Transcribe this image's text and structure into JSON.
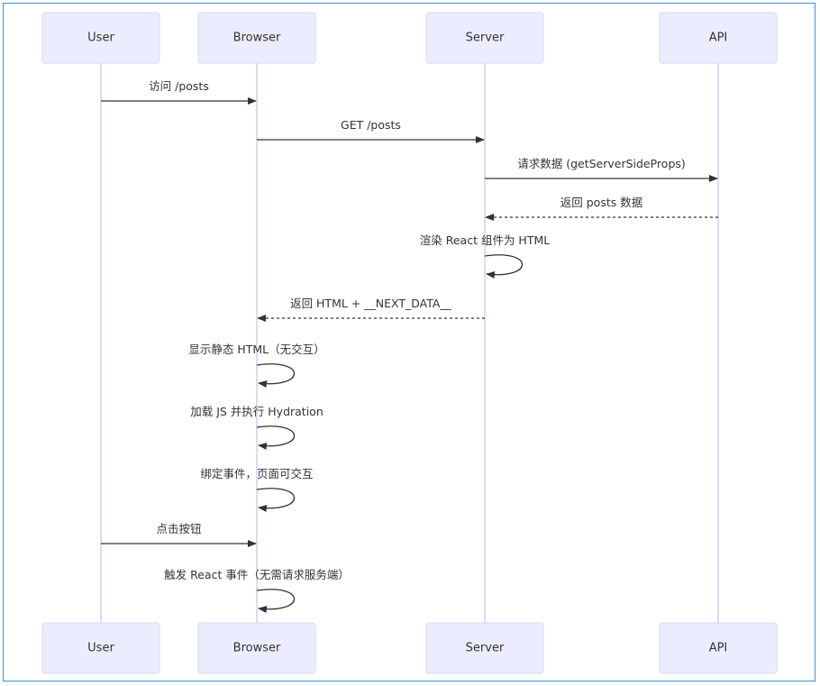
{
  "actors": [
    {
      "id": "user",
      "label": "User"
    },
    {
      "id": "browser",
      "label": "Browser"
    },
    {
      "id": "server",
      "label": "Server"
    },
    {
      "id": "api",
      "label": "API"
    }
  ],
  "messages": [
    {
      "from": "user",
      "to": "browser",
      "label": "访问 /posts",
      "style": "solid"
    },
    {
      "from": "browser",
      "to": "server",
      "label": "GET /posts",
      "style": "solid"
    },
    {
      "from": "server",
      "to": "api",
      "label": "请求数据 (getServerSideProps)",
      "style": "solid"
    },
    {
      "from": "api",
      "to": "server",
      "label": "返回 posts 数据",
      "style": "dashed"
    },
    {
      "from": "server",
      "to": "server",
      "label": "渲染 React 组件为 HTML",
      "style": "self"
    },
    {
      "from": "server",
      "to": "browser",
      "label": "返回 HTML + __NEXT_DATA__",
      "style": "dashed"
    },
    {
      "from": "browser",
      "to": "browser",
      "label": "显示静态 HTML（无交互）",
      "style": "self"
    },
    {
      "from": "browser",
      "to": "browser",
      "label": "加载 JS 并执行 Hydration",
      "style": "self"
    },
    {
      "from": "browser",
      "to": "browser",
      "label": "绑定事件，页面可交互",
      "style": "self"
    },
    {
      "from": "user",
      "to": "browser",
      "label": "点击按钮",
      "style": "solid"
    },
    {
      "from": "browser",
      "to": "browser",
      "label": "触发 React 事件（无需请求服务端）",
      "style": "self"
    }
  ]
}
